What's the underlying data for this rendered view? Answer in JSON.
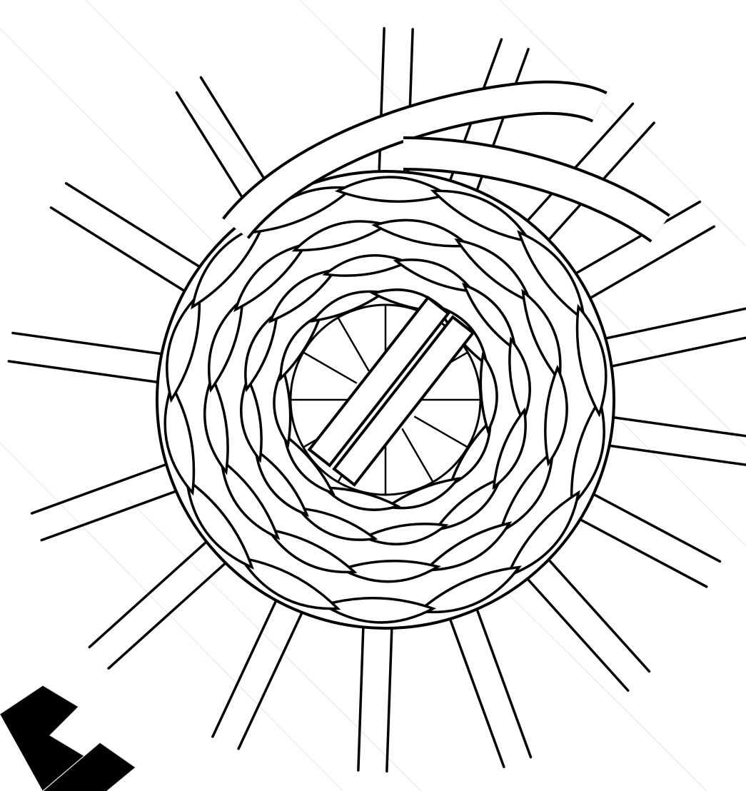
{
  "figure": {
    "subject": "basket-base-weaving",
    "style": "black line art on white",
    "colors": {
      "ink": "#000000",
      "paper": "#ffffff",
      "guide": "#e8e8e8"
    },
    "spoke_count": 16,
    "weaver_rounds": 4,
    "center_sticks": 2,
    "has_watermark_guides": true
  }
}
